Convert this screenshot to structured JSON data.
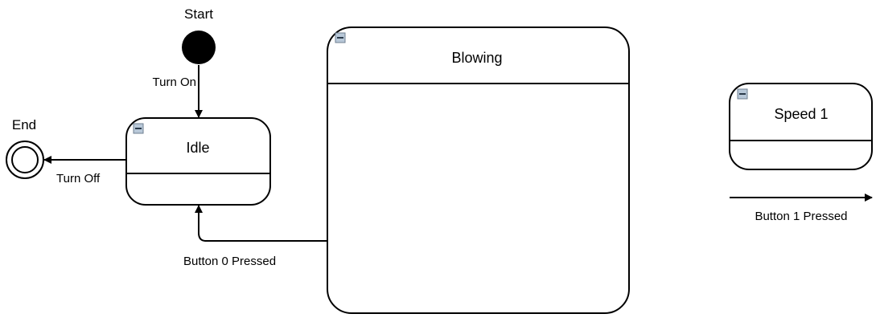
{
  "diagram": {
    "nodes": {
      "start": {
        "label": "Start"
      },
      "end": {
        "label": "End"
      },
      "idle": {
        "label": "Idle"
      },
      "blowing": {
        "label": "Blowing"
      },
      "speed1": {
        "label": "Speed 1"
      }
    },
    "edges": {
      "turn_on": {
        "label": "Turn On"
      },
      "turn_off": {
        "label": "Turn Off"
      },
      "button0": {
        "label": "Button 0 Pressed"
      },
      "button1": {
        "label": "Button 1 Pressed"
      }
    },
    "colors": {
      "line": "#000000",
      "fill": "#ffffff",
      "collapse_icon_fill": "#b8c8d8",
      "collapse_icon_border": "#6f7f90"
    }
  }
}
